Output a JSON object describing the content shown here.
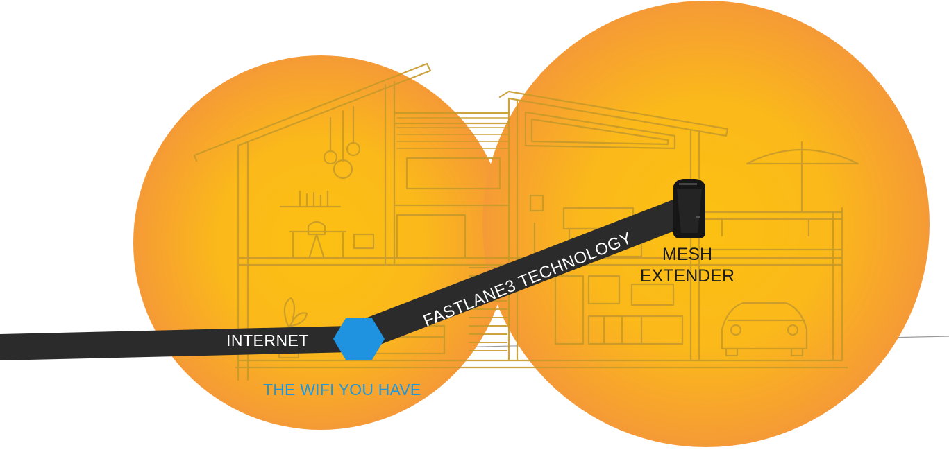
{
  "labels": {
    "internet": "INTERNET",
    "fastlane": "FASTLANE3 TECHNOLOGY",
    "mesh_line1": "MESH",
    "mesh_line2": "EXTENDER",
    "wifi_you_have": "THE WIFI YOU HAVE"
  },
  "colors": {
    "coverage_center": "#fcc012",
    "coverage_edge": "#f59a36",
    "house_lines": "#c79a2a",
    "cable": "#2b2b2b",
    "router_hub": "#1f93e0",
    "wifi_text": "#1e96dc",
    "device_body": "#161616"
  },
  "icons": [
    "router-hexagon-icon",
    "mesh-extender-device-icon",
    "car-icon",
    "umbrella-icon",
    "plant-icon",
    "pendant-lamp-icon"
  ]
}
